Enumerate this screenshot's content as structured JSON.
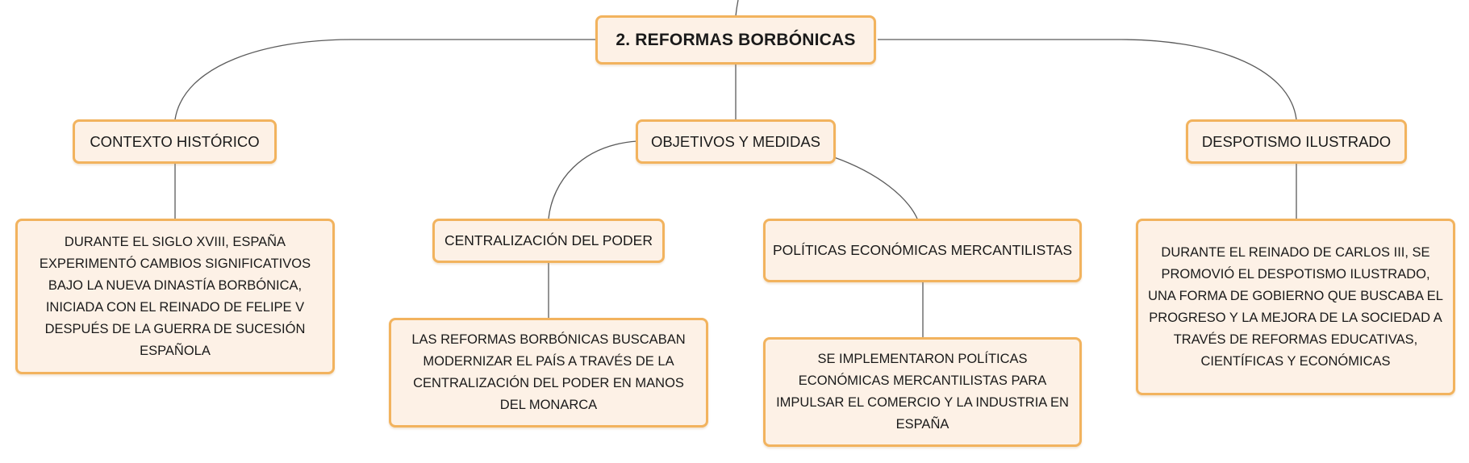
{
  "diagram": {
    "root": {
      "label": "2. REFORMAS BORBÓNICAS"
    },
    "branches": [
      {
        "label": "CONTEXTO HISTÓRICO",
        "detail": "DURANTE EL SIGLO XVIII, ESPAÑA EXPERIMENTÓ CAMBIOS SIGNIFICATIVOS BAJO LA NUEVA DINASTÍA BORBÓNICA, INICIADA CON EL REINADO DE FELIPE V DESPUÉS DE LA GUERRA DE SUCESIÓN ESPAÑOLA"
      },
      {
        "label": "OBJETIVOS Y MEDIDAS",
        "children": [
          {
            "label": "CENTRALIZACIÓN DEL PODER",
            "detail": "LAS REFORMAS BORBÓNICAS BUSCABAN MODERNIZAR EL PAÍS A TRAVÉS DE LA CENTRALIZACIÓN DEL PODER EN MANOS DEL MONARCA"
          },
          {
            "label": "POLÍTICAS ECONÓMICAS MERCANTILISTAS",
            "detail": "SE IMPLEMENTARON POLÍTICAS ECONÓMICAS MERCANTILISTAS PARA IMPULSAR EL COMERCIO Y LA INDUSTRIA EN ESPAÑA"
          }
        ]
      },
      {
        "label": "DESPOTISMO ILUSTRADO",
        "detail": "DURANTE EL REINADO DE CARLOS III, SE PROMOVIÓ EL DESPOTISMO ILUSTRADO, UNA FORMA DE GOBIERNO QUE BUSCABA EL PROGRESO Y LA MEJORA DE LA SOCIEDAD A TRAVÉS DE REFORMAS EDUCATIVAS, CIENTÍFICAS Y ECONÓMICAS"
      }
    ]
  }
}
